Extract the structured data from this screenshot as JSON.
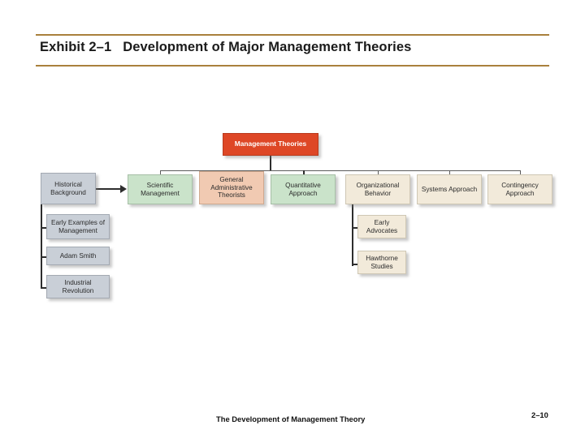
{
  "header": {
    "exhibit_label": "Exhibit 2–1",
    "exhibit_title": "Development of Major Management Theories",
    "rule_color": "#a9803c"
  },
  "footer": {
    "caption": "The Development of Management Theory",
    "slide_number": "2–10"
  },
  "diagram": {
    "root": {
      "label": "Management Theories",
      "color": "#de4726",
      "text_color": "#ffffff"
    },
    "historical": {
      "label": "Historical Background",
      "color": "#c9cfd7",
      "children": [
        {
          "label": "Early Examples of Management",
          "color": "#c9cfd7"
        },
        {
          "label": "Adam Smith",
          "color": "#c9cfd7"
        },
        {
          "label": "Industrial Revolution",
          "color": "#c9cfd7"
        }
      ]
    },
    "theories": [
      {
        "label": "Scientific Management",
        "color": "#cae3ca"
      },
      {
        "label": "General Administrative Theorists",
        "color": "#f1cab2"
      },
      {
        "label": "Quantitative Approach",
        "color": "#cae3ca"
      },
      {
        "label": "Organizational Behavior",
        "color": "#f2eada"
      },
      {
        "label": "Systems Approach",
        "color": "#f2eada"
      },
      {
        "label": "Contingency Approach",
        "color": "#f2eada"
      }
    ],
    "organizational_behavior_children": [
      {
        "label": "Early Advocates",
        "color": "#f2eada"
      },
      {
        "label": "Hawthorne Studies",
        "color": "#f2eada"
      }
    ]
  }
}
